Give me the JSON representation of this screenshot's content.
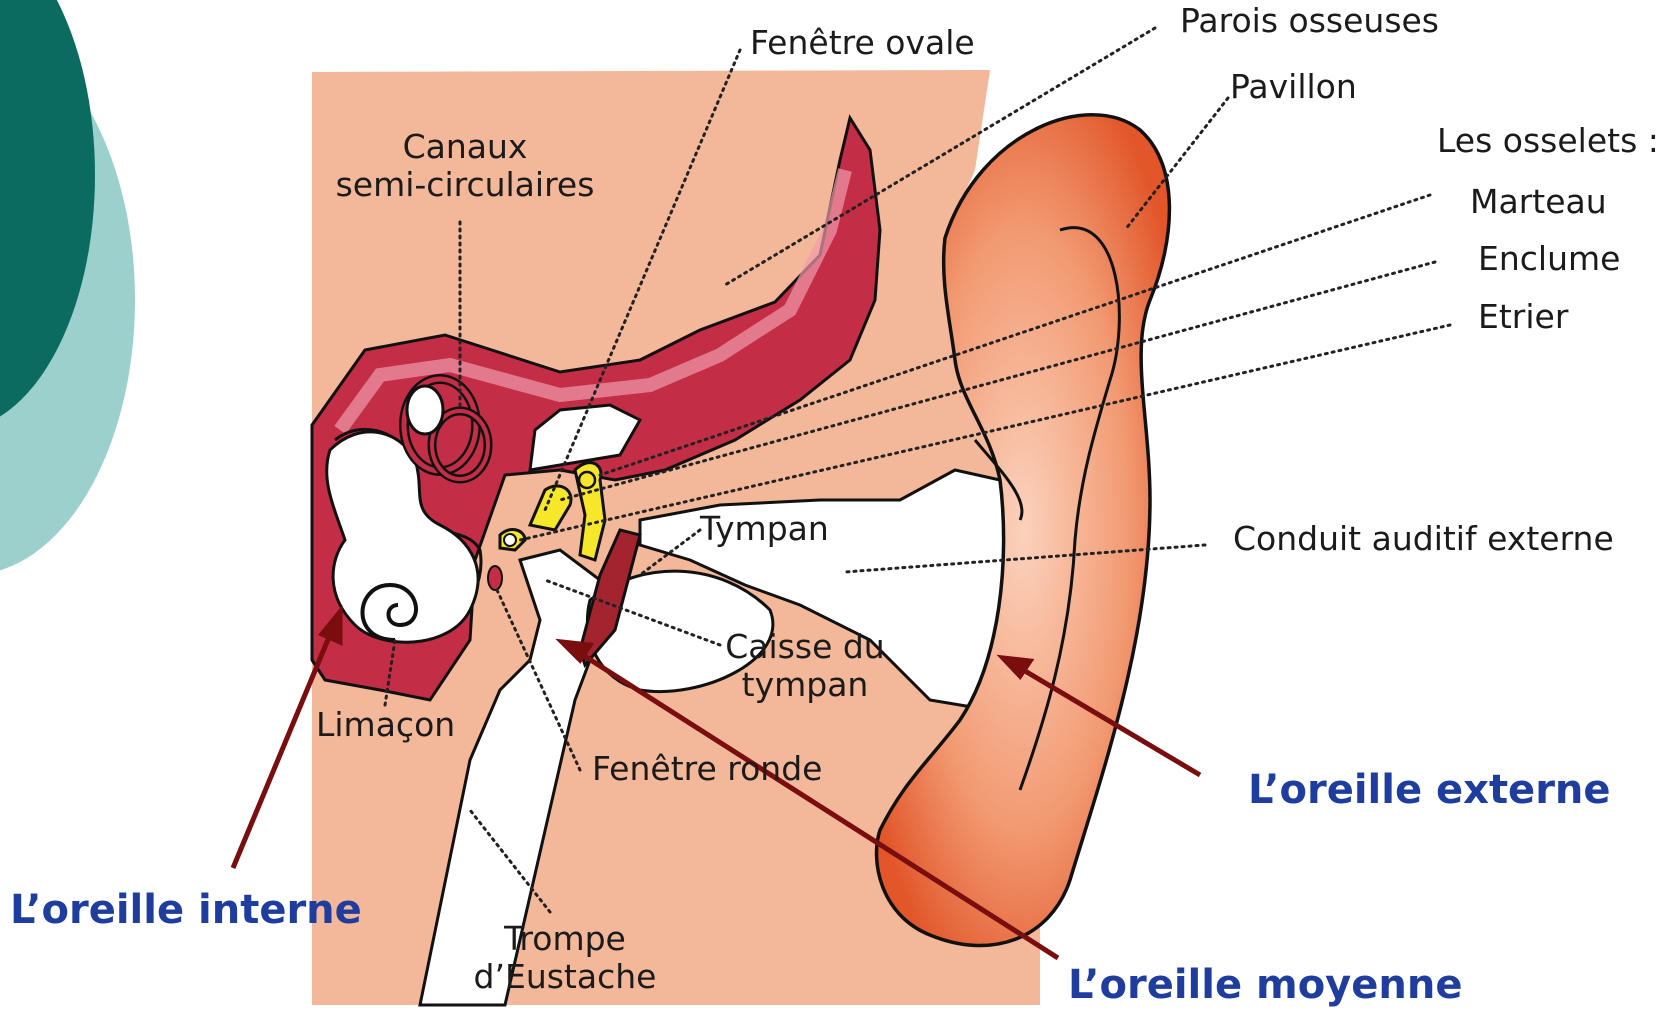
{
  "colors": {
    "slide_dark": "#0c6b61",
    "slide_light": "#9bd0cc",
    "skin": "#f3b79a",
    "flesh": "#ee7f4f",
    "flesh_dark": "#d9451c",
    "bone": "#c42d46",
    "bone_light": "#ef9aa9",
    "ossicle": "#f6e72a",
    "outline": "#111111",
    "arrow": "#7a0d0d",
    "highlight_text": "#1f3d9e"
  },
  "labels": {
    "fenetre_ovale": "Fenêtre ovale",
    "parois_osseuses": "Parois osseuses",
    "pavillon": "Pavillon",
    "les_osselets": "Les osselets :",
    "marteau": "Marteau",
    "enclume": "Enclume",
    "etrier": "Etrier",
    "canaux_line1": "Canaux",
    "canaux_line2": "semi-circulaires",
    "tympan": "Tympan",
    "conduit": "Conduit auditif externe",
    "caisse_line1": "Caisse du",
    "caisse_line2": "tympan",
    "limacon": "Limaçon",
    "fenetre_ronde": "Fenêtre ronde",
    "trompe_line1": "Trompe",
    "trompe_line2": "d’Eustache"
  },
  "regions": {
    "interne": "L’oreille interne",
    "moyenne": "L’oreille moyenne",
    "externe": "L’oreille externe"
  }
}
